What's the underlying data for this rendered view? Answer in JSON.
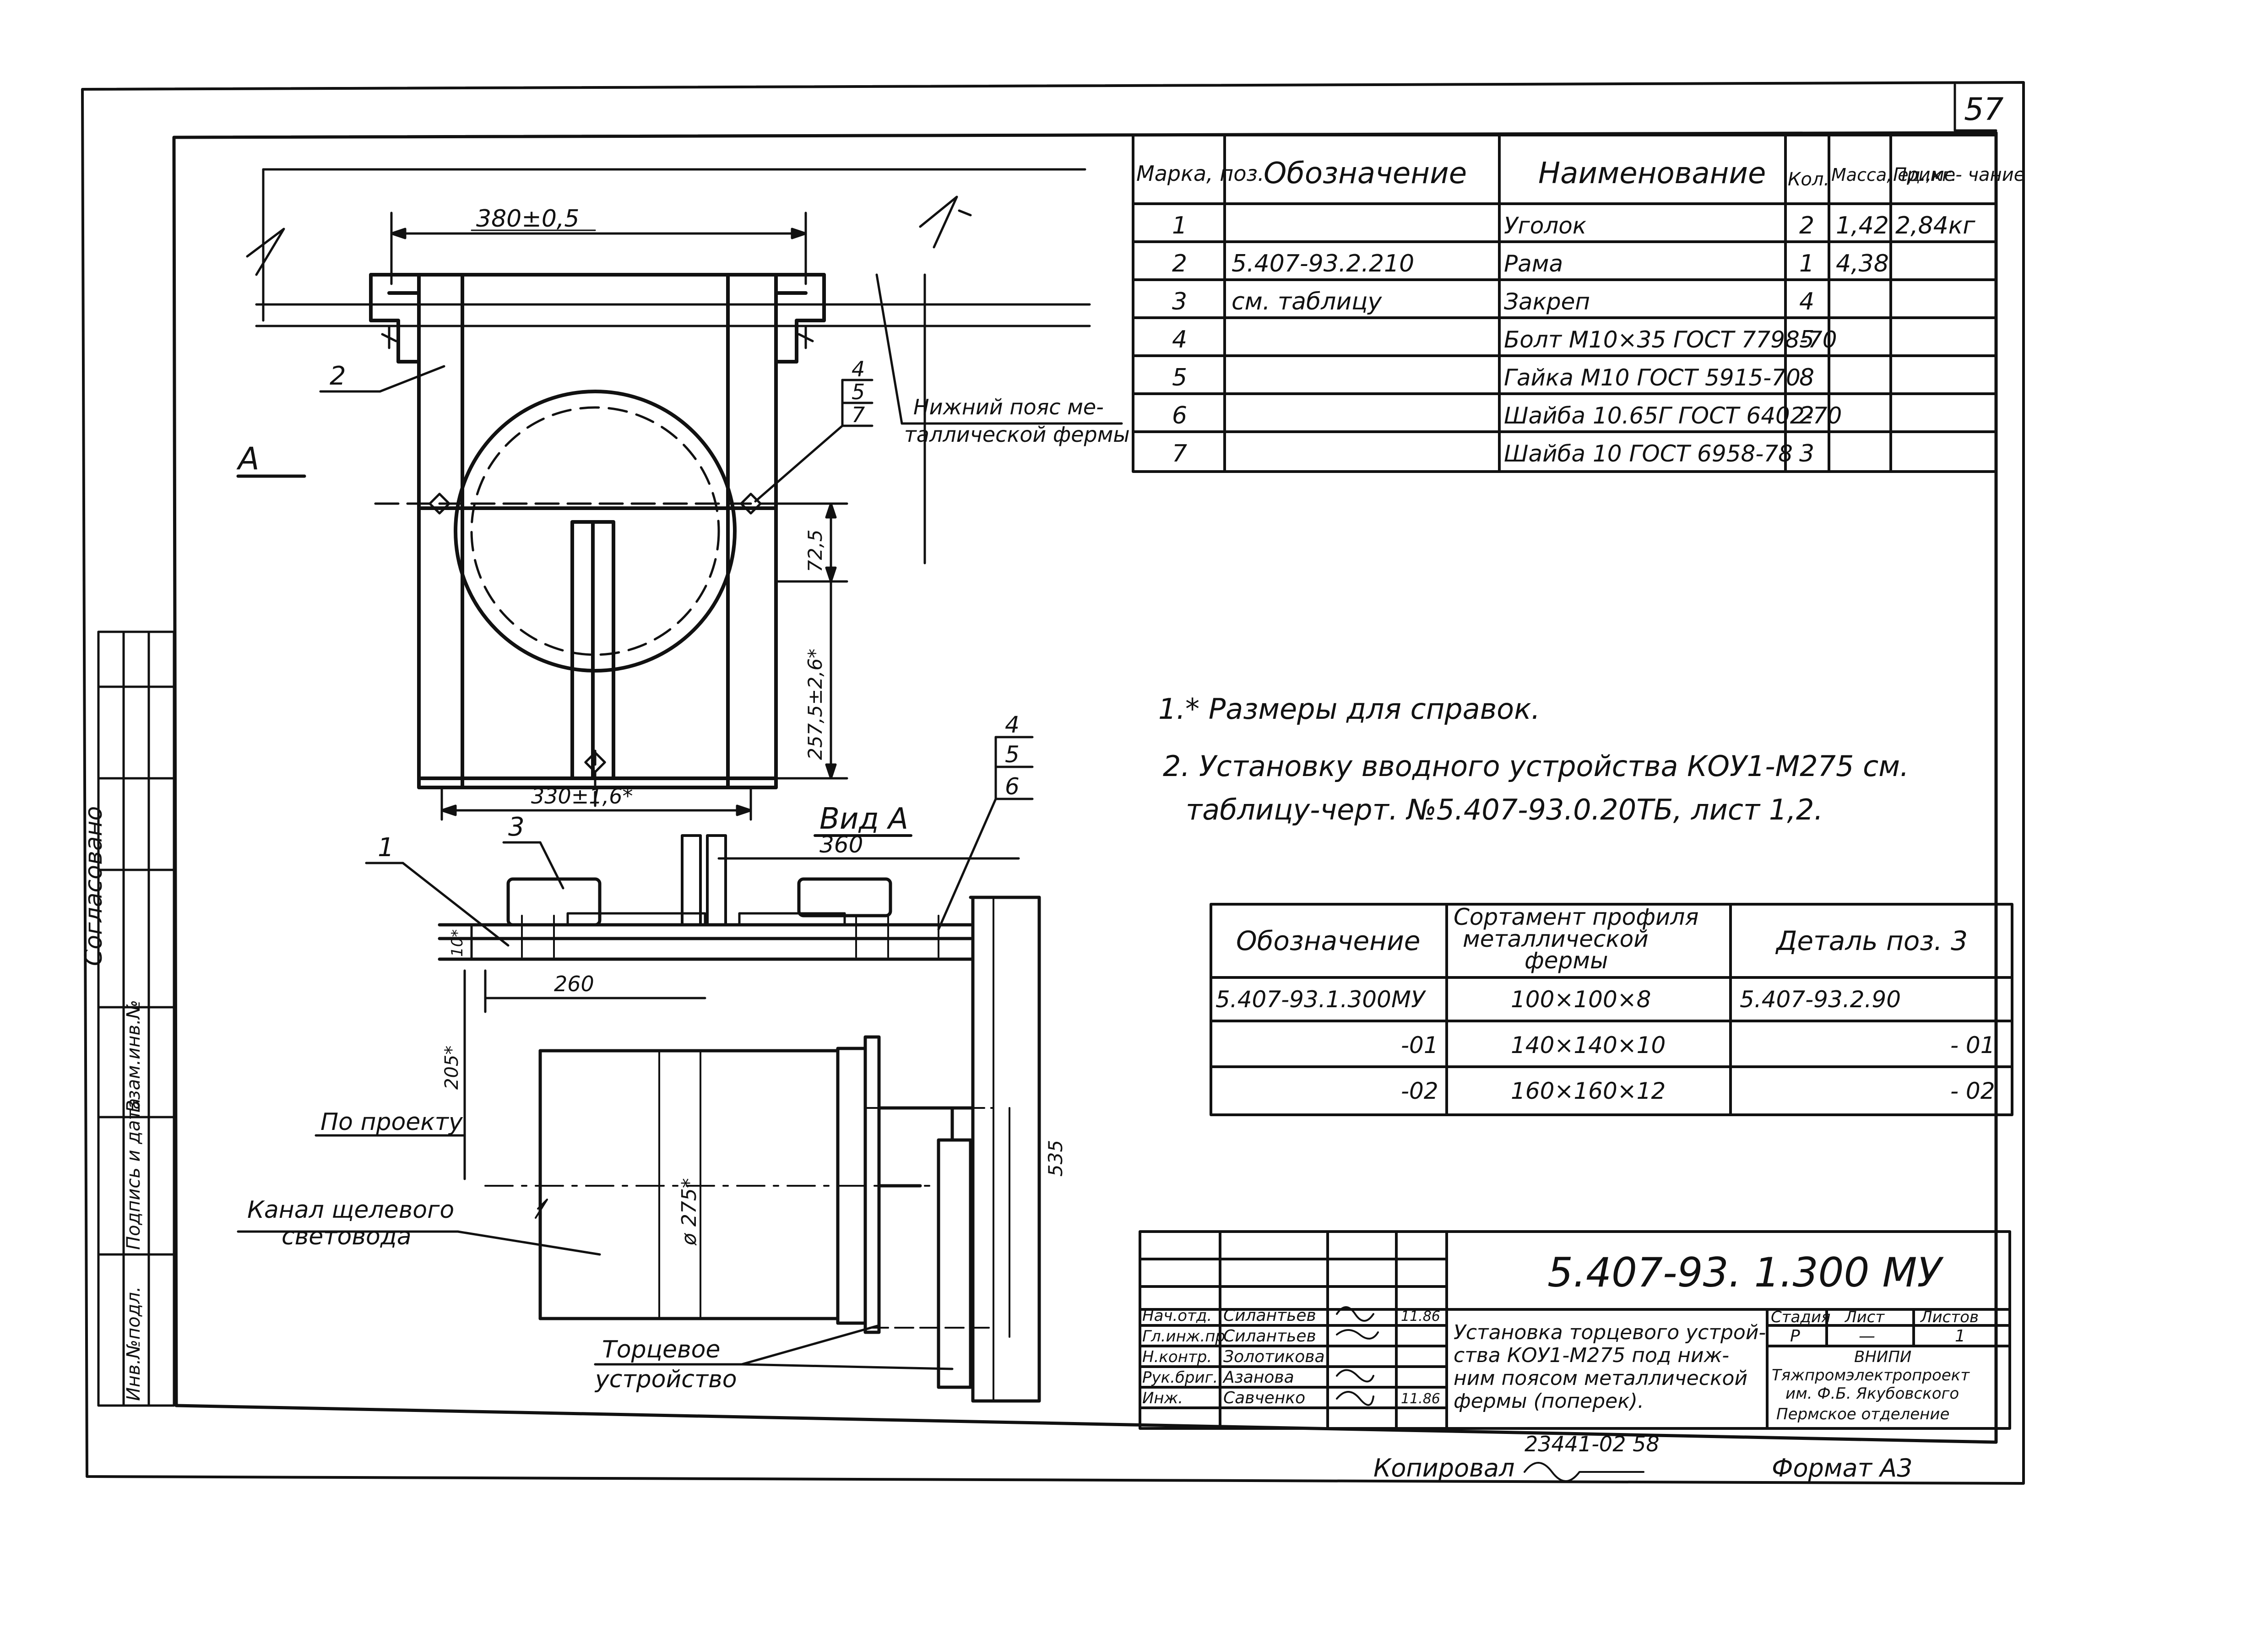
{
  "sheet_number": "57",
  "dimensions": {
    "d380": "380±0,5",
    "d330": "330±1,6*",
    "d725": "72,5",
    "d257": "257,5±2,6*",
    "d360": "360",
    "d260": "260",
    "d10": "10*",
    "d205": "205*",
    "d275": "ø 275*",
    "d535": "535"
  },
  "labels": {
    "pos2": "2",
    "posA": "А",
    "stack1": [
      "4",
      "5",
      "7"
    ],
    "stack2": [
      "4",
      "5",
      "6"
    ],
    "pos1": "1",
    "pos3": "3",
    "view_a": "Вид А",
    "truss_lower_chord_1": "Нижний пояс ме-",
    "truss_lower_chord_2": "таллической фермы",
    "by_project": "По проекту",
    "slot_light_1": "Канал щелевого",
    "slot_light_2": "световода",
    "end_device_1": "Торцевое",
    "end_device_2": "устройство"
  },
  "spec": {
    "headers": [
      "Марка, поз.",
      "Обозначение",
      "Наименование",
      "Кол.",
      "Масса, ед.,кг.",
      "Приме- чание"
    ],
    "rows": [
      [
        "1",
        "",
        "Уголок",
        "2",
        "1,42",
        "2,84кг"
      ],
      [
        "2",
        "5.407-93.2.210",
        "Рама",
        "1",
        "4,38",
        ""
      ],
      [
        "3",
        "см. таблицу",
        "Закреп",
        "4",
        "",
        ""
      ],
      [
        "4",
        "",
        "Болт М10×35 ГОСТ 7798-70",
        "5",
        "",
        ""
      ],
      [
        "5",
        "",
        "Гайка М10 ГОСТ 5915-70",
        "8",
        "",
        ""
      ],
      [
        "6",
        "",
        "Шайба 10.65Г ГОСТ 6402-70",
        "2",
        "",
        ""
      ],
      [
        "7",
        "",
        "Шайба 10 ГОСТ 6958-78",
        "3",
        "",
        ""
      ]
    ]
  },
  "notes": {
    "n1": "1.* Размеры для справок.",
    "n2a": "2. Установку вводного устройства КОУ1-М275 см.",
    "n2b": "таблицу-черт. №5.407-93.0.20ТБ, лист 1,2."
  },
  "profile_table": {
    "headers": [
      "Обозначение",
      "Сортамент профиля металлической фермы",
      "Деталь поз. 3"
    ],
    "rows": [
      [
        "5.407-93.1.300МУ",
        "100×100×8",
        "5.407-93.2.90"
      ],
      [
        "-01",
        "140×140×10",
        "- 01"
      ],
      [
        "-02",
        "160×160×12",
        "- 02"
      ]
    ]
  },
  "side_stamp": {
    "agreed": "Согласовано",
    "cols": [
      "Инв.№подл.",
      "Подпись и дата",
      "Взам.инв.№"
    ]
  },
  "title_block": {
    "code": "5.407-93. 1.300 МУ",
    "roles": [
      "Нач.отд.",
      "Гл.инж.пр.",
      "Н.контр.",
      "Рук.бриг.",
      "Инж."
    ],
    "names": [
      "Силантьев",
      "Силантьев",
      "Золотикова",
      "Азанова",
      "Савченко"
    ],
    "dates": [
      "11.86",
      "",
      "",
      "",
      "11.86"
    ],
    "title": [
      "Установка торцевого устрой-",
      "ства КОУ1-М275 под ниж-",
      "ним поясом металлической",
      "фермы (поперек)."
    ],
    "stage_h": "Стадия",
    "sheet_h": "Лист",
    "sheets_h": "Листов",
    "stage": "Р",
    "sheet": "—",
    "sheets": "1",
    "org": [
      "ВНИПИ",
      "Тяжпромэлектропроект",
      "им. Ф.Б. Якубовского",
      "Пермское отделение"
    ]
  },
  "footer": {
    "inv": "23441-02   58",
    "copied": "Копировал",
    "format": "Формат А3"
  }
}
